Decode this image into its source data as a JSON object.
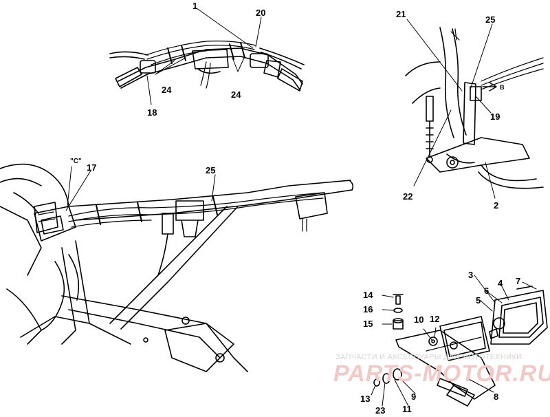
{
  "labels": {
    "n1": "1",
    "n20": "20",
    "n24a": "24",
    "n24b": "24",
    "n18": "18",
    "n21": "21",
    "n25a": "25",
    "nB": "B",
    "n19": "19",
    "n22": "22",
    "n2": "2",
    "nC": "\"C\"",
    "n17": "17",
    "n25b": "25",
    "n3": "3",
    "n4": "4",
    "n7": "7",
    "n6": "6",
    "n5": "5",
    "n14": "14",
    "n16": "16",
    "n15": "15",
    "n10": "10",
    "n12": "12",
    "n8": "8",
    "n13": "13",
    "n23": "23",
    "n11": "11",
    "n9": "9"
  },
  "watermark": {
    "tagline": "ЗАПЧАСТИ И АКСЕССУАРЫ ДЛЯ МОТОТЕХНИКИ",
    "logo": "PARTS-MOTOR.RU",
    "color": "#e8a0a0"
  }
}
